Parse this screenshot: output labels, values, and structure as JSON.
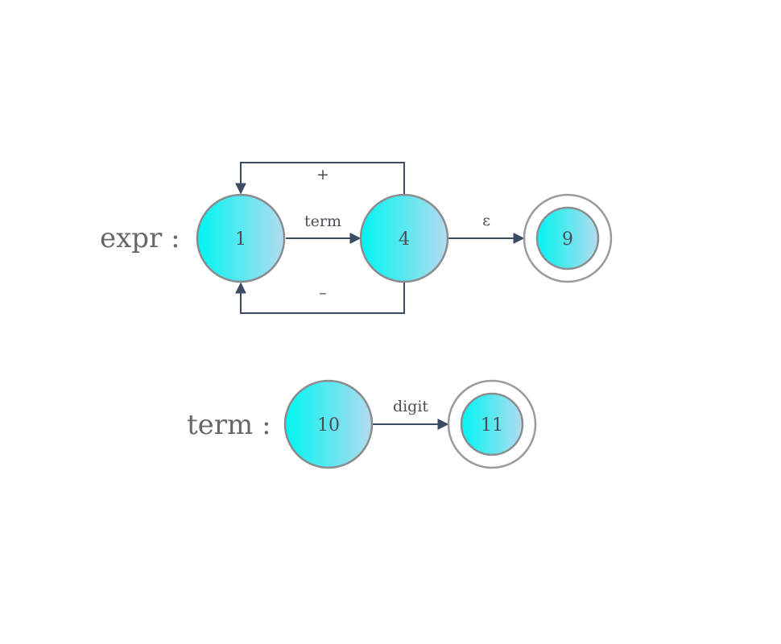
{
  "rules": [
    {
      "label": "expr :",
      "states": [
        {
          "id": "1",
          "accepting": false
        },
        {
          "id": "4",
          "accepting": false
        },
        {
          "id": "9",
          "accepting": true
        }
      ],
      "transitions": [
        {
          "from": "1",
          "to": "4",
          "label": "term"
        },
        {
          "from": "4",
          "to": "1",
          "label": "+"
        },
        {
          "from": "4",
          "to": "1",
          "label": "–"
        },
        {
          "from": "4",
          "to": "9",
          "label": "ε"
        }
      ]
    },
    {
      "label": "term :",
      "states": [
        {
          "id": "10",
          "accepting": false
        },
        {
          "id": "11",
          "accepting": true
        }
      ],
      "transitions": [
        {
          "from": "10",
          "to": "11",
          "label": "digit"
        }
      ]
    }
  ],
  "colors": {
    "node_fill_start": "#00f5f2",
    "node_fill_end": "#b3dbef",
    "node_stroke": "#8b8c90",
    "edge": "#3b4b66",
    "text": "#4a4d55"
  }
}
